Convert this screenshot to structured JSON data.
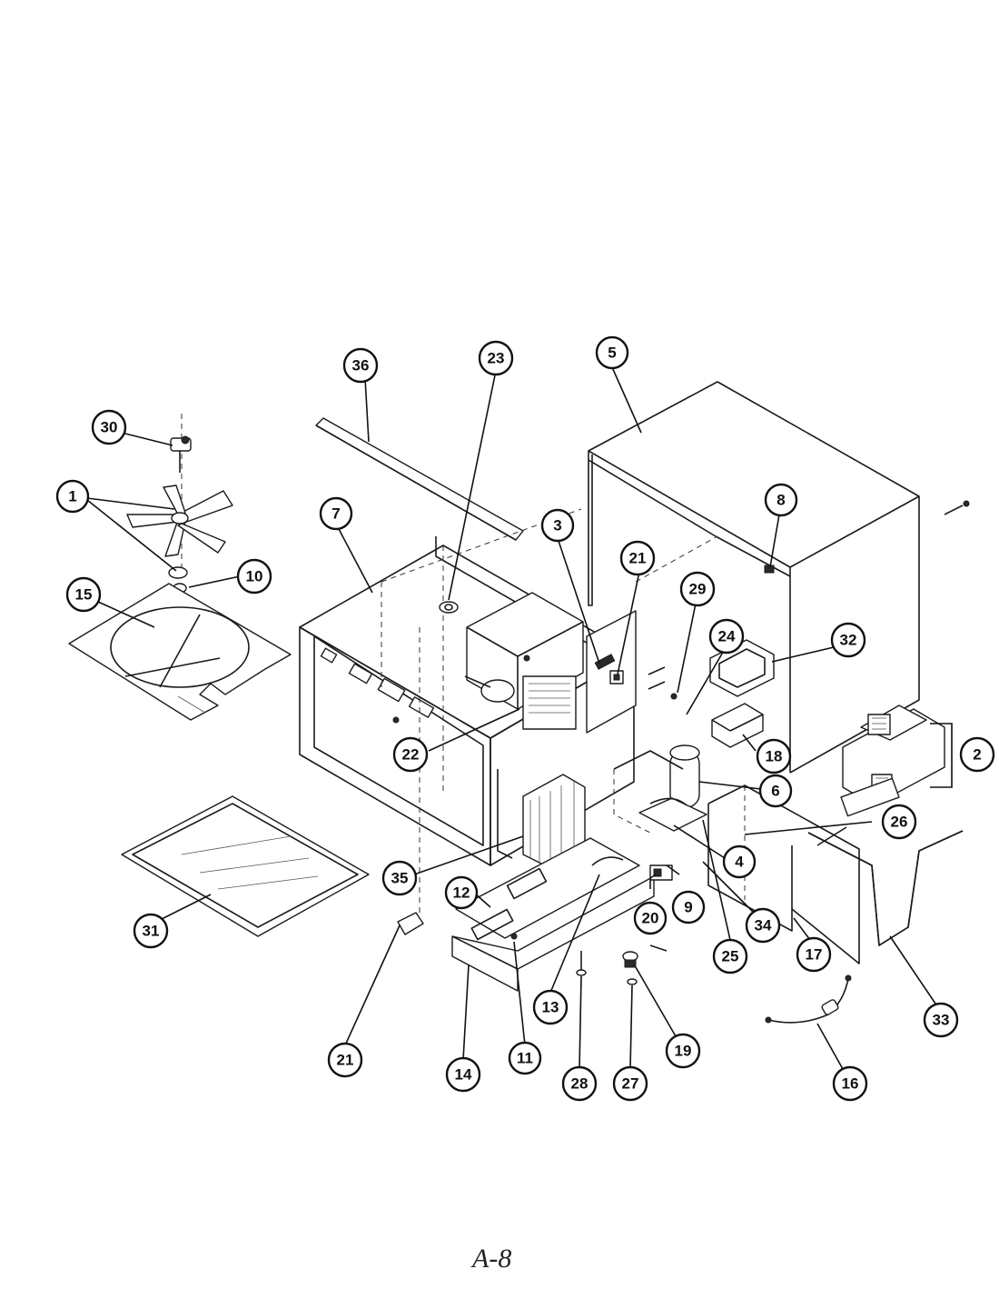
{
  "page_label": "A-8",
  "callouts": [
    {
      "id": "1",
      "label": "1"
    },
    {
      "id": "2",
      "label": "2"
    },
    {
      "id": "3",
      "label": "3"
    },
    {
      "id": "4",
      "label": "4"
    },
    {
      "id": "5",
      "label": "5"
    },
    {
      "id": "6",
      "label": "6"
    },
    {
      "id": "7",
      "label": "7"
    },
    {
      "id": "8",
      "label": "8"
    },
    {
      "id": "9",
      "label": "9"
    },
    {
      "id": "10",
      "label": "10"
    },
    {
      "id": "11",
      "label": "11"
    },
    {
      "id": "12",
      "label": "12"
    },
    {
      "id": "13",
      "label": "13"
    },
    {
      "id": "14",
      "label": "14"
    },
    {
      "id": "15",
      "label": "15"
    },
    {
      "id": "16",
      "label": "16"
    },
    {
      "id": "17",
      "label": "17"
    },
    {
      "id": "18",
      "label": "18"
    },
    {
      "id": "19",
      "label": "19"
    },
    {
      "id": "20",
      "label": "20"
    },
    {
      "id": "21a",
      "label": "21"
    },
    {
      "id": "21b",
      "label": "21"
    },
    {
      "id": "22",
      "label": "22"
    },
    {
      "id": "23",
      "label": "23"
    },
    {
      "id": "24",
      "label": "24"
    },
    {
      "id": "25",
      "label": "25"
    },
    {
      "id": "26",
      "label": "26"
    },
    {
      "id": "27",
      "label": "27"
    },
    {
      "id": "28",
      "label": "28"
    },
    {
      "id": "29",
      "label": "29"
    },
    {
      "id": "30",
      "label": "30"
    },
    {
      "id": "31",
      "label": "31"
    },
    {
      "id": "32",
      "label": "32"
    },
    {
      "id": "33",
      "label": "33"
    },
    {
      "id": "34",
      "label": "34"
    },
    {
      "id": "35",
      "label": "35"
    },
    {
      "id": "36",
      "label": "36"
    }
  ]
}
